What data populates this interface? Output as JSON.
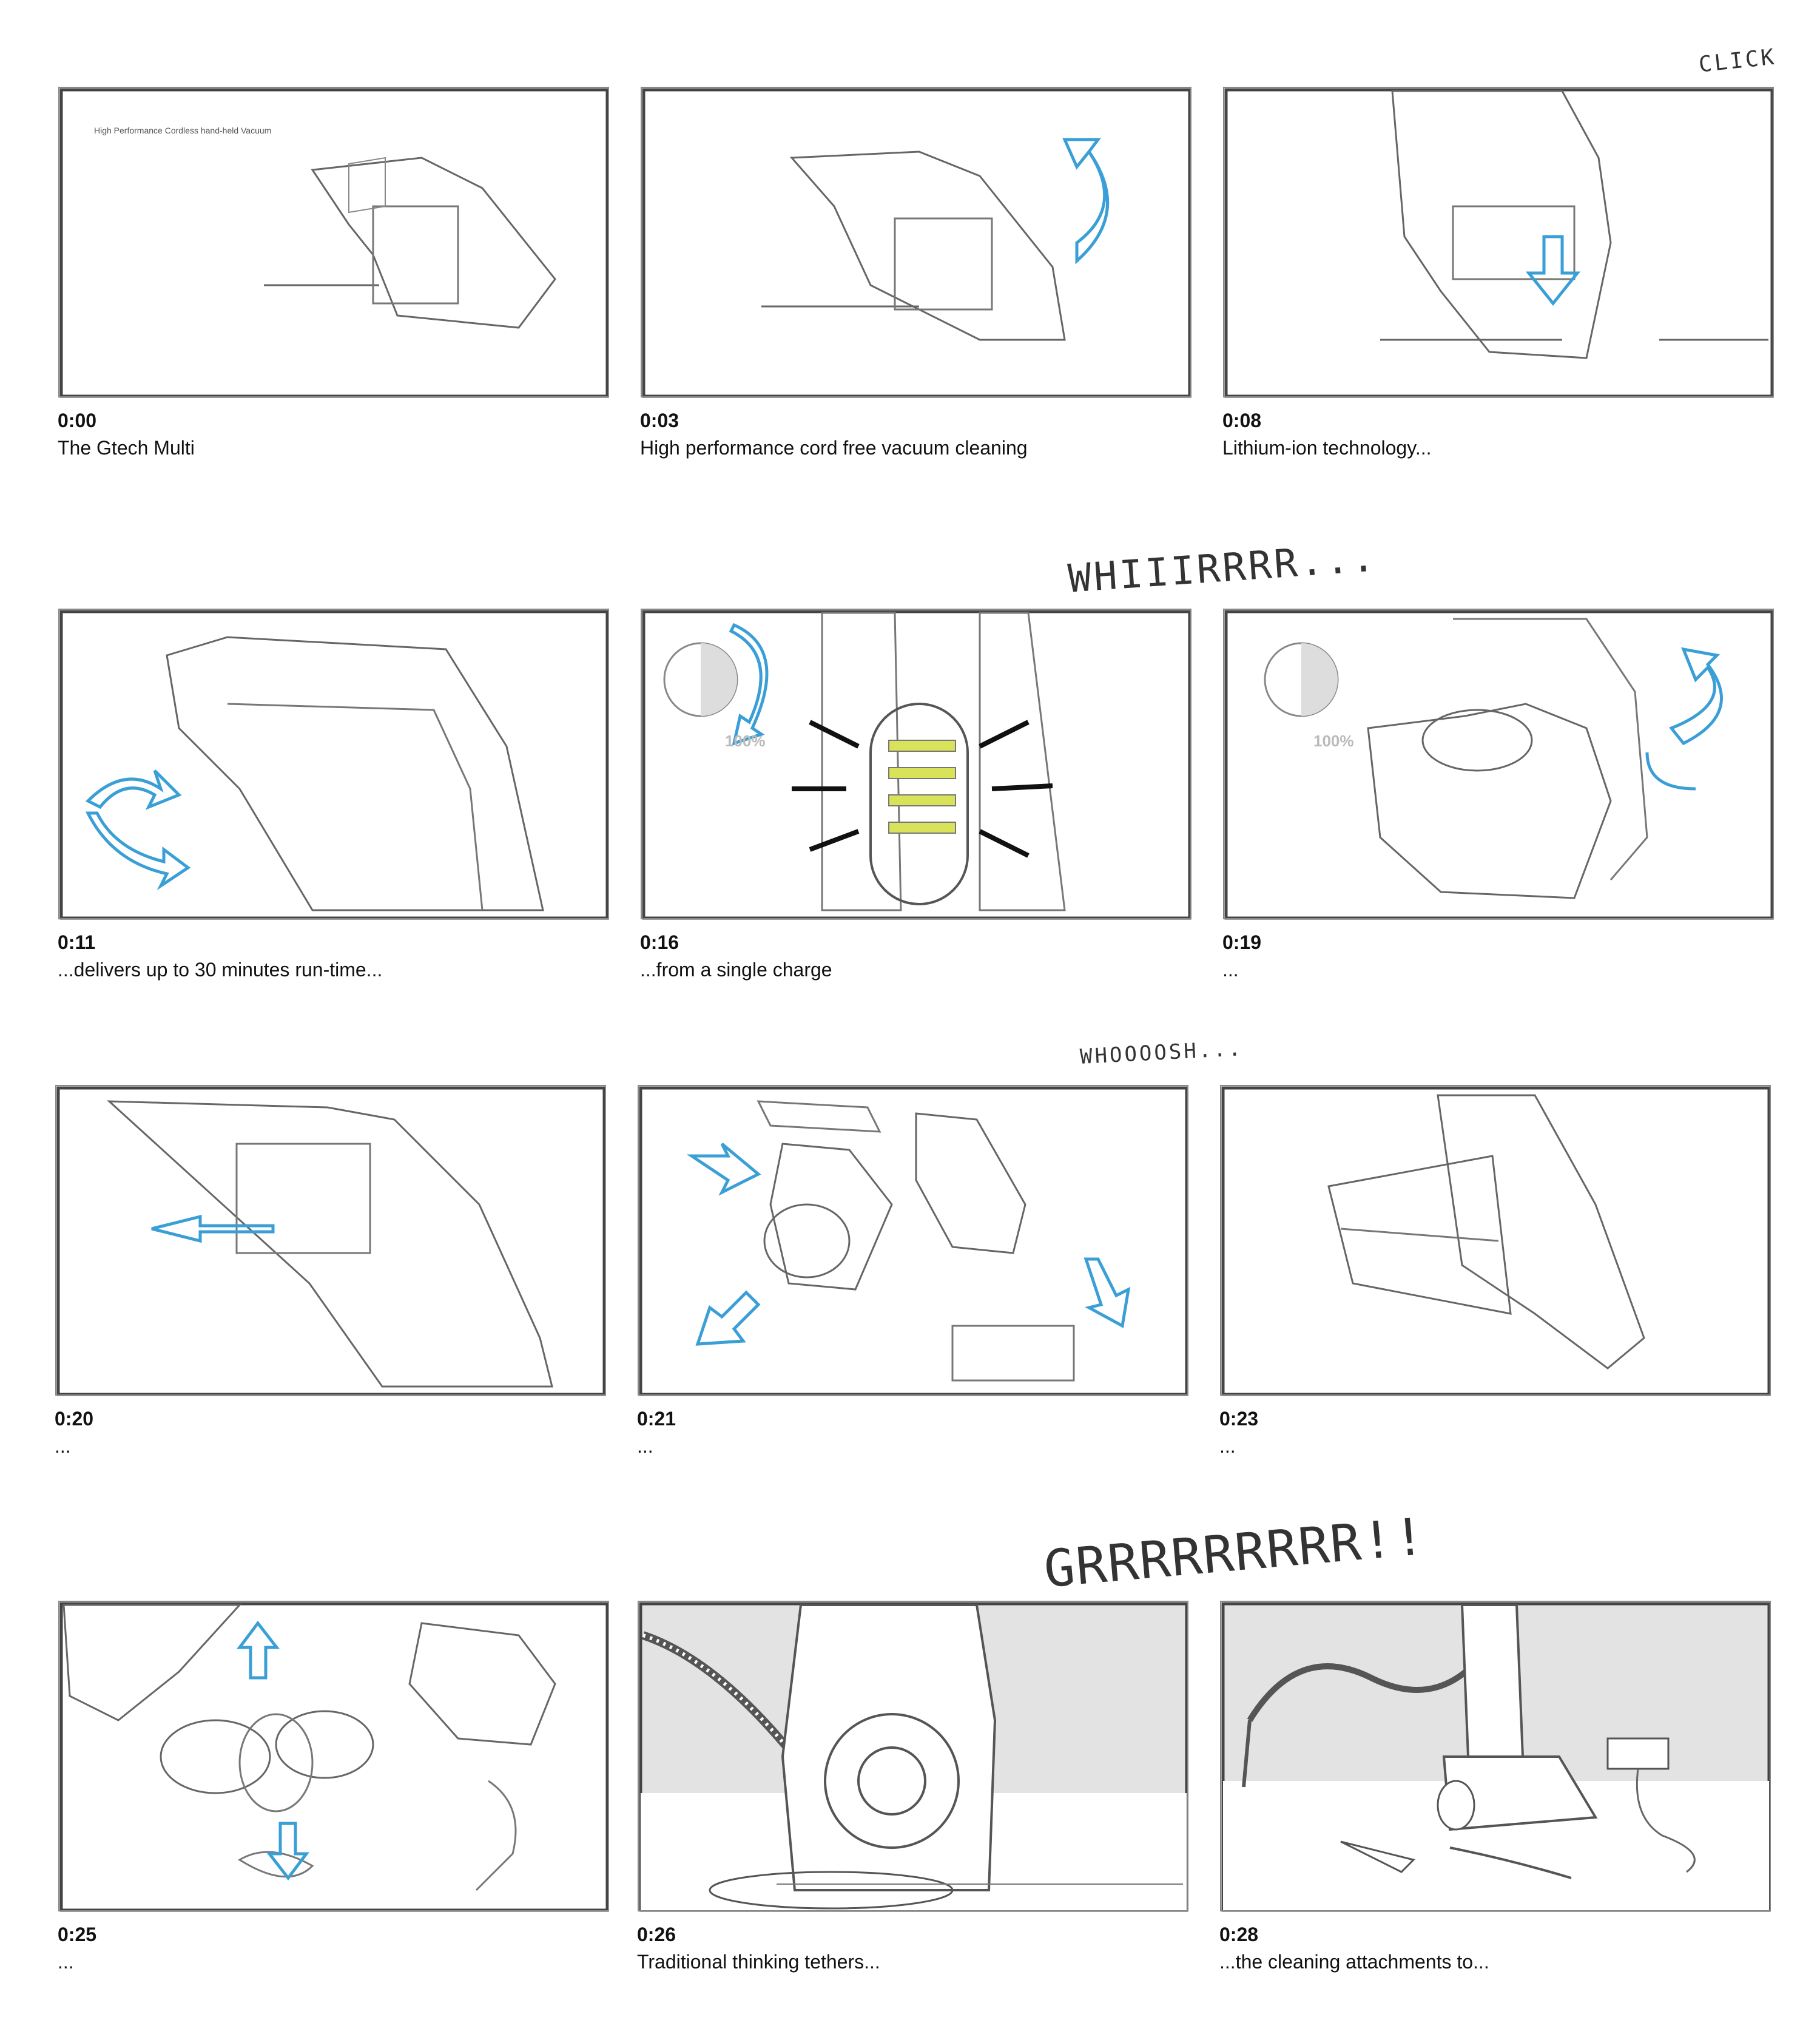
{
  "panels": [
    {
      "time": "0:00",
      "caption": "The Gtech Multi",
      "inset_text": "High Performance Cordless hand-held Vacuum"
    },
    {
      "time": "0:03",
      "caption": "High performance cord free vacuum cleaning"
    },
    {
      "time": "0:08",
      "caption": "Lithium-ion technology..."
    },
    {
      "time": "0:11",
      "caption": "...delivers up to 30 minutes run-time..."
    },
    {
      "time": "0:16",
      "caption": "...from a single charge",
      "inset_text": "100%"
    },
    {
      "time": "0:19",
      "caption": "...",
      "inset_text": "100%"
    },
    {
      "time": "0:20",
      "caption": "..."
    },
    {
      "time": "0:21",
      "caption": "..."
    },
    {
      "time": "0:23",
      "caption": "..."
    },
    {
      "time": "0:25",
      "caption": "..."
    },
    {
      "time": "0:26",
      "caption": "Traditional thinking tethers..."
    },
    {
      "time": "0:28",
      "caption": "...the cleaning attachments to..."
    }
  ],
  "sound_effects": {
    "click": "CLICK",
    "whirr": "WHIIIRRRR...",
    "whoosh": "WHOOOOSH...",
    "growl": "GRRRRRRRRR!!"
  },
  "colors": {
    "sketch_line": "#555555",
    "arrow_blue": "#3a9fd6",
    "charge_bar": "#d8e35a",
    "background_gray": "#e3e3e3"
  }
}
